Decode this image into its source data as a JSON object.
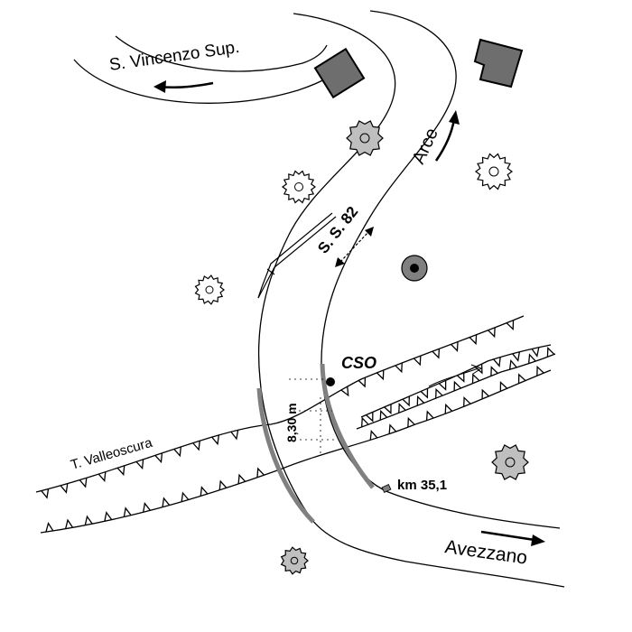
{
  "labels": {
    "san_vincenzo": "S. Vincenzo Sup.",
    "arce": "Arce",
    "ss82": "S. S. 82",
    "cso": "CSO",
    "width": "8,30 m",
    "valleoscura": "T. Valleoscura",
    "km": "km  35,1",
    "avezzano": "Avezzano"
  },
  "colors": {
    "ink": "#000000",
    "building": "#6e6e6e",
    "bridge": "#808080",
    "tree_fill": "#bfbfbf",
    "background": "#ffffff"
  },
  "icons": {
    "building": "building-icon",
    "tree": "tree-icon",
    "shrub": "shrub-icon",
    "tank": "tank-icon",
    "marker": "monitoring-point-icon"
  }
}
